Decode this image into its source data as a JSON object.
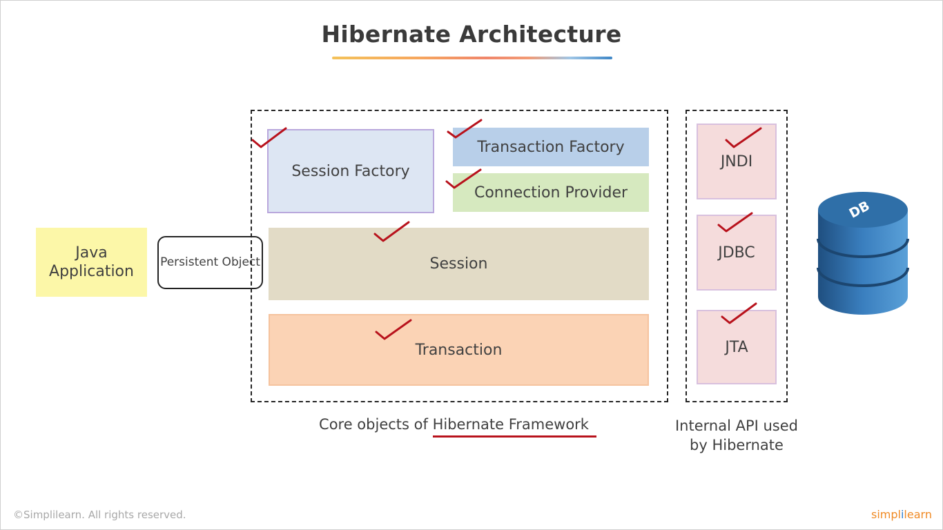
{
  "slide": {
    "title": "Hibernate Architecture",
    "footer": "©Simplilearn. All rights reserved.",
    "brand": {
      "left": "simpl",
      "dot": "i",
      "right": "learn"
    }
  },
  "diagram": {
    "java_application": "Java Application",
    "persistent_object": "Persistent Object",
    "core": {
      "session_factory": "Session Factory",
      "transaction_factory": "Transaction Factory",
      "connection_provider": "Connection Provider",
      "session": "Session",
      "transaction": "Transaction"
    },
    "internal_api": [
      "JNDI",
      "JDBC",
      "JTA"
    ],
    "database_label": "DB",
    "caption_core_prefix": "Core objects of ",
    "caption_core_highlight": "Hibernate Framework",
    "caption_api": "Internal API used by Hibernate"
  },
  "colors": {
    "annotation_red": "#b8121c",
    "db_blue": "#2f6fa8"
  }
}
